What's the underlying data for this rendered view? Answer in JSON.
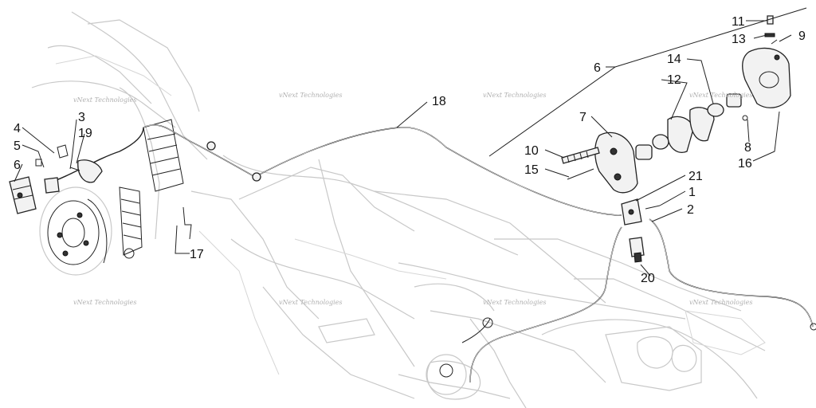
{
  "callouts": [
    {
      "id": "c1",
      "label": "1"
    },
    {
      "id": "c2",
      "label": "2"
    },
    {
      "id": "c3",
      "label": "3"
    },
    {
      "id": "c4",
      "label": "4"
    },
    {
      "id": "c5",
      "label": "5"
    },
    {
      "id": "c6a",
      "label": "6"
    },
    {
      "id": "c6b",
      "label": "6"
    },
    {
      "id": "c7",
      "label": "7"
    },
    {
      "id": "c8",
      "label": "8"
    },
    {
      "id": "c9",
      "label": "9"
    },
    {
      "id": "c10",
      "label": "10"
    },
    {
      "id": "c11",
      "label": "11"
    },
    {
      "id": "c12",
      "label": "12"
    },
    {
      "id": "c13",
      "label": "13"
    },
    {
      "id": "c14",
      "label": "14"
    },
    {
      "id": "c15",
      "label": "15"
    },
    {
      "id": "c16",
      "label": "16"
    },
    {
      "id": "c17",
      "label": "17"
    },
    {
      "id": "c18",
      "label": "18"
    },
    {
      "id": "c19",
      "label": "19"
    },
    {
      "id": "c20",
      "label": "20"
    },
    {
      "id": "c21",
      "label": "21"
    }
  ],
  "watermark": "vNext Technologies"
}
